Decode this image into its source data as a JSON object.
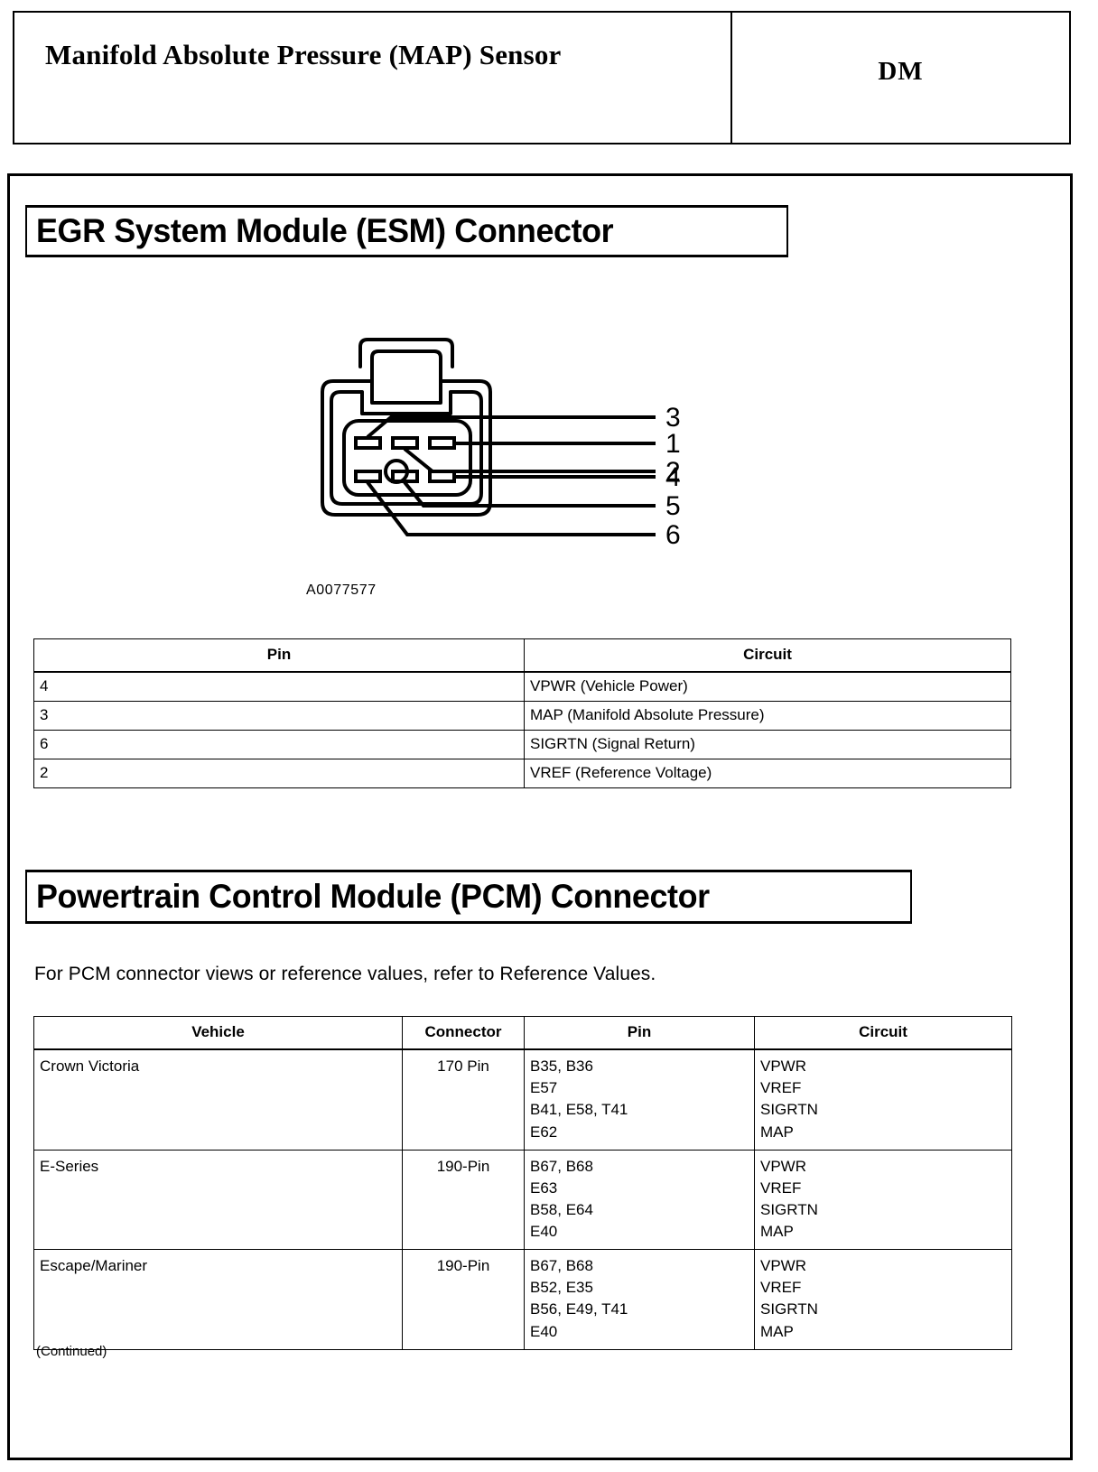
{
  "header": {
    "title": "Manifold Absolute Pressure (MAP) Sensor",
    "code": "DM"
  },
  "sections": {
    "esm": {
      "heading": "EGR System Module (ESM) Connector",
      "figure_id": "A0077577",
      "connector": {
        "callouts": [
          "3",
          "1",
          "2",
          "4",
          "5",
          "6"
        ],
        "cavity_count": 6,
        "has_alignment_circle": true
      },
      "table": {
        "columns": [
          "Pin",
          "Circuit"
        ],
        "rows": [
          {
            "pin": "4",
            "circuit": "VPWR (Vehicle Power)"
          },
          {
            "pin": "3",
            "circuit": "MAP (Manifold Absolute Pressure)"
          },
          {
            "pin": "6",
            "circuit": "SIGRTN (Signal Return)"
          },
          {
            "pin": "2",
            "circuit": "VREF (Reference Voltage)"
          }
        ]
      }
    },
    "pcm": {
      "heading": "Powertrain Control Module (PCM) Connector",
      "intro": "For PCM connector views or reference values, refer to Reference Values.",
      "table": {
        "columns": [
          "Vehicle",
          "Connector",
          "Pin",
          "Circuit"
        ],
        "rows": [
          {
            "vehicle": "Crown Victoria",
            "connector": "170 Pin",
            "pins": "B35, B36\nE57\nB41, E58, T41\nE62",
            "circuits": "VPWR\nVREF\nSIGRTN\nMAP"
          },
          {
            "vehicle": "E-Series",
            "connector": "190-Pin",
            "pins": "B67, B68\nE63\nB58, E64\nE40",
            "circuits": "VPWR\nVREF\nSIGRTN\nMAP"
          },
          {
            "vehicle": "Escape/Mariner",
            "connector": "190-Pin",
            "pins": "B67, B68\nB52, E35\nB56, E49, T41\nE40",
            "circuits": "VPWR\nVREF\nSIGRTN\nMAP"
          }
        ]
      },
      "continued": "(Continued)"
    }
  }
}
